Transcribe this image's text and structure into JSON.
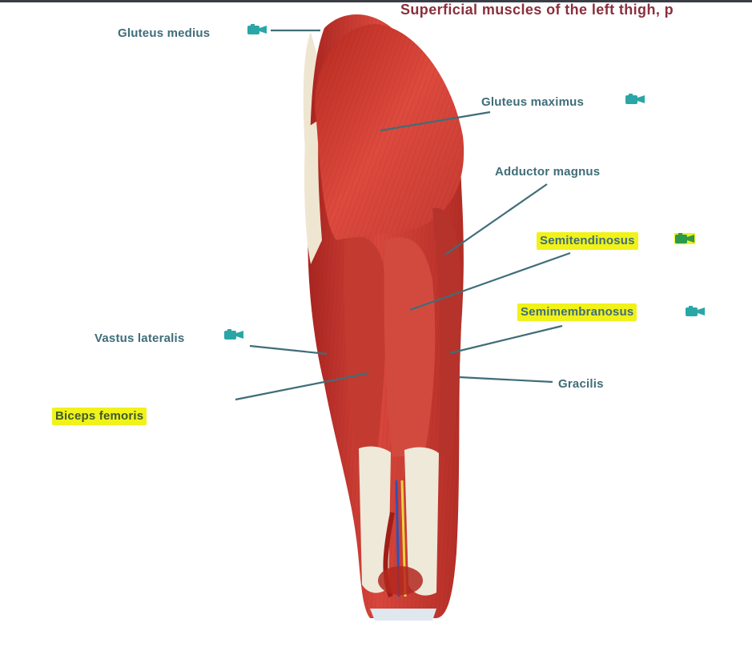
{
  "title": "Superficial muscles of the left thigh, p",
  "labels": {
    "gluteus_medius": "Gluteus medius",
    "gluteus_maximus": "Gluteus maximus",
    "adductor_magnus": "Adductor magnus",
    "semitendinosus": "Semitendinosus",
    "semimembranosus": "Semimembranosus",
    "vastus_lateralis": "Vastus lateralis",
    "gracilis": "Gracilis",
    "biceps_femoris": "Biceps femoris"
  },
  "icons": {
    "video": "video-camera-icon"
  },
  "colors": {
    "label_text": "#3f6d79",
    "title_text": "#8a2f3c",
    "highlight": "#f0f21a",
    "muscle": "#c7372f",
    "tendon": "#efe9da",
    "camera_icon": "#2aa6a6"
  }
}
